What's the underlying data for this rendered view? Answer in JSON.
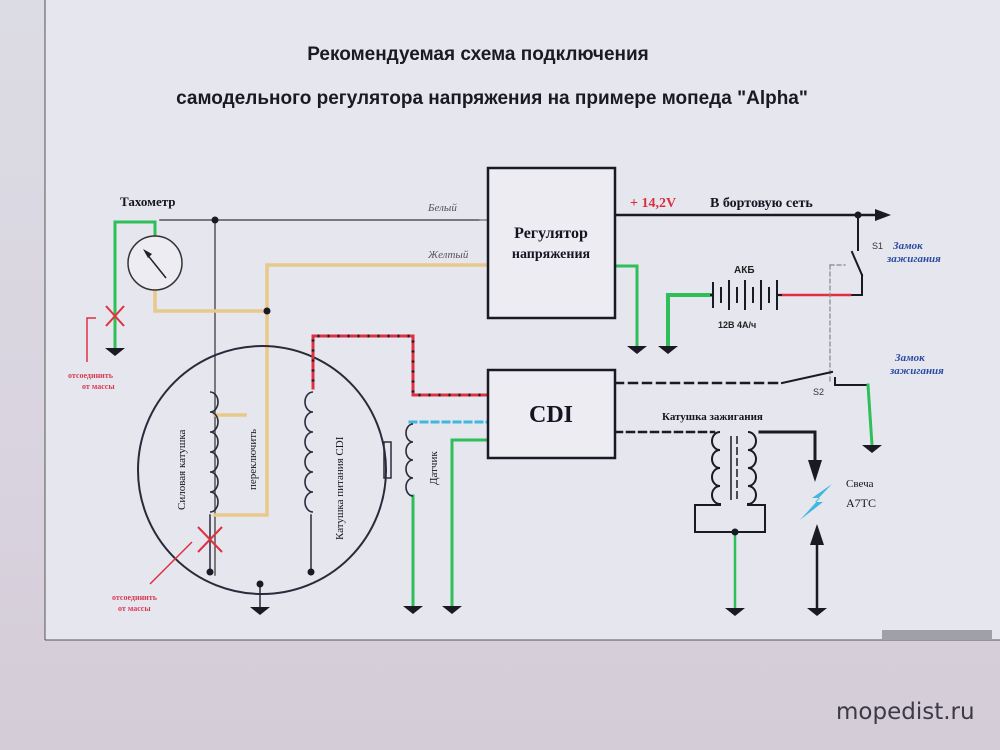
{
  "title": {
    "line1": "Рекомендуемая схема подключения",
    "line2": "самодельного регулятора напряжения на примере мопеда \"Alpha\""
  },
  "labels": {
    "tachometer": "Тахометр",
    "white_wire": "Белый",
    "yellow_wire": "Желтый",
    "regulator_line1": "Регулятор",
    "regulator_line2": "напряжения",
    "voltage": "+ 14,2V",
    "onboard": "В бортовую сеть",
    "battery": "АКБ",
    "battery_spec": "12В 4А/ч",
    "s1": "S1",
    "s2": "S2",
    "ignition_lock_1_line1": "Замок",
    "ignition_lock_1_line2": "зажигания",
    "ignition_lock_2_line1": "Замок",
    "ignition_lock_2_line2": "зажигания",
    "cdi": "CDI",
    "ignition_coil": "Катушка зажигания",
    "spark_plug_line1": "Свеча",
    "spark_plug_line2": "A7TC",
    "power_coil": "Силовая катушка",
    "switch": "переключить",
    "cdi_supply_coil": "Катушка питания CDI",
    "sensor": "Датчик",
    "disconnect_1_line1": "отсоединить",
    "disconnect_1_line2": "от массы",
    "disconnect_2_line1": "отсоединить",
    "disconnect_2_line2": "от массы"
  },
  "watermark": "mopedist.ru",
  "colors": {
    "wire": "#1a1a24",
    "green": "#2fbf5a",
    "yellow": "#e8c98a",
    "red": "#e03040",
    "cyan": "#3fb8e0"
  }
}
